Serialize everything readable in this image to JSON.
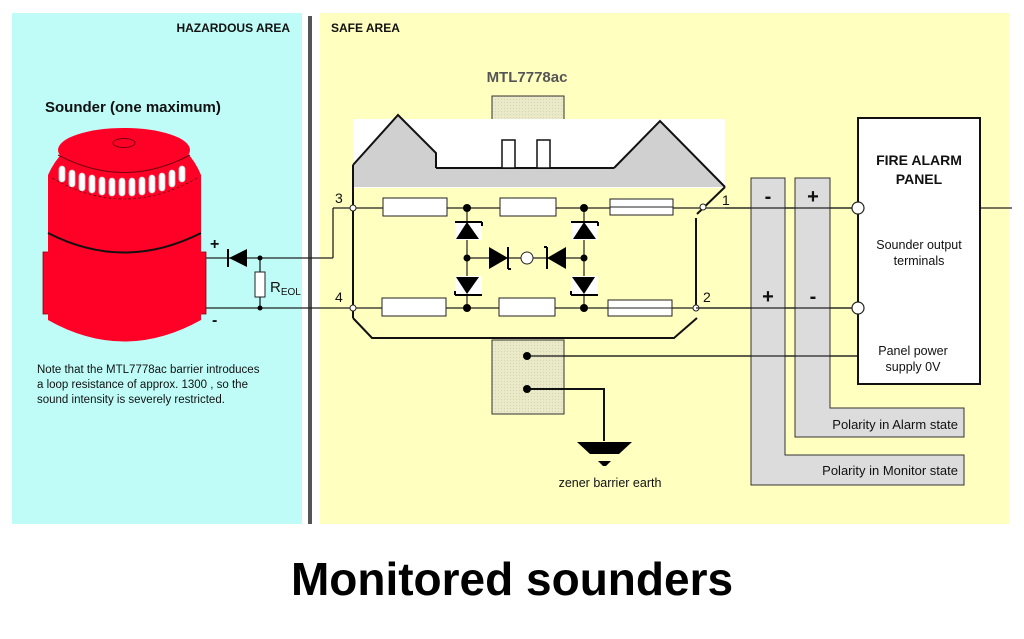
{
  "areas": {
    "hazardous": {
      "label": "HAZARDOUS AREA",
      "color": "#bffcf8"
    },
    "safe": {
      "label": "SAFE AREA",
      "color": "#ffffc0"
    }
  },
  "sounder": {
    "label": "Sounder (one maximum)",
    "plus": "+",
    "minus": "-",
    "resistor_label": "R",
    "resistor_subscript": "EOL",
    "color": "#ff0026"
  },
  "note": {
    "lines": [
      "Note that the MTL7778ac barrier introduces",
      "a loop resistance of approx. 1300 , so the",
      "sound intensity is severely restricted."
    ]
  },
  "barrier": {
    "name": "MTL7778ac",
    "terminals": {
      "t1": "1",
      "t2": "2",
      "t3": "3",
      "t4": "4"
    },
    "earth_label": "zener barrier earth"
  },
  "polarity": {
    "monitor": {
      "top": "-",
      "bottom": "+",
      "label": "Polarity in Monitor state"
    },
    "alarm": {
      "top": "+",
      "bottom": "-",
      "label": "Polarity in Alarm state"
    }
  },
  "panel": {
    "title_line1": "FIRE ALARM",
    "title_line2": "PANEL",
    "terminals_line1": "Sounder output",
    "terminals_line2": "terminals",
    "power_line1": "Panel power",
    "power_line2": "supply 0V"
  },
  "title": "Monitored sounders"
}
